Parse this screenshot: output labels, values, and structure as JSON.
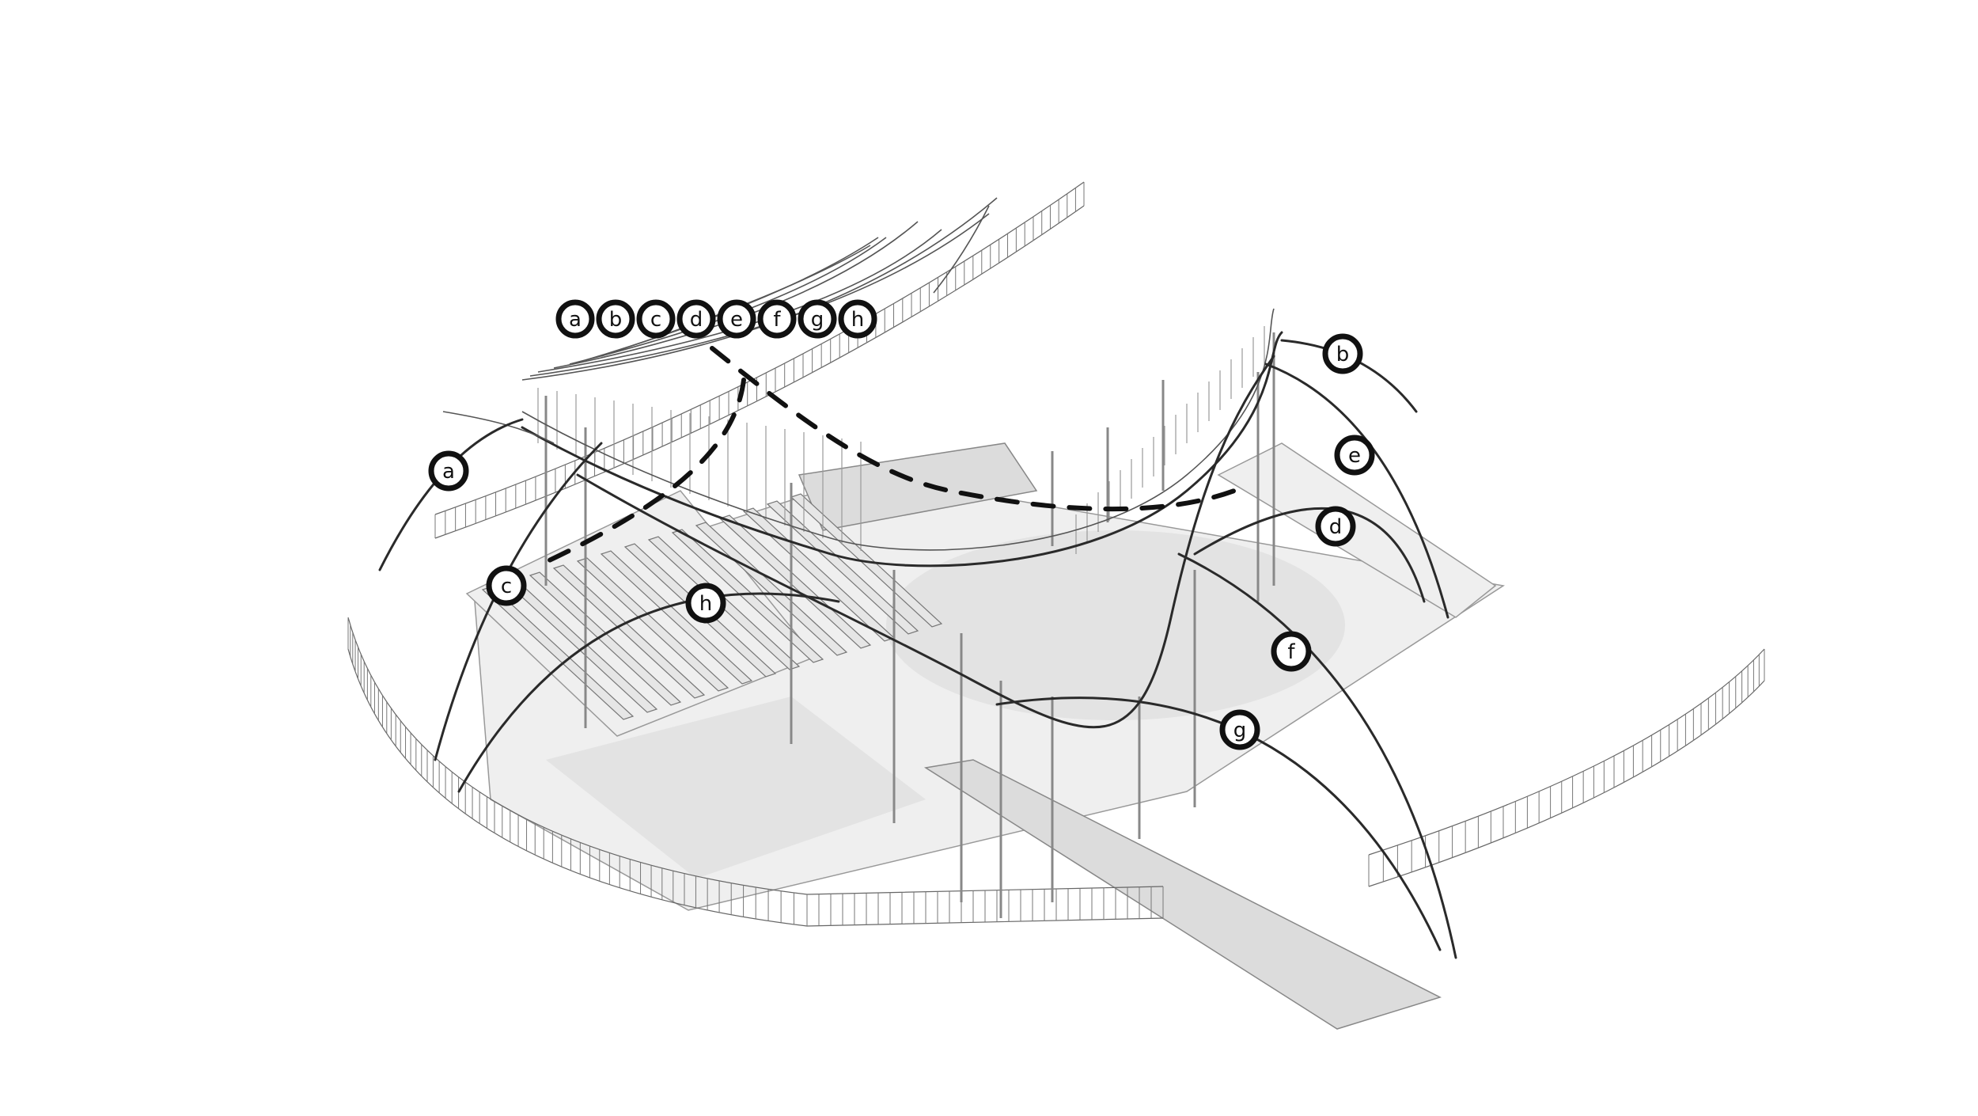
{
  "legend": {
    "items": [
      "a",
      "b",
      "c",
      "d",
      "e",
      "f",
      "g",
      "h"
    ]
  },
  "callouts": [
    {
      "id": "a",
      "label": "a"
    },
    {
      "id": "b",
      "label": "b"
    },
    {
      "id": "c",
      "label": "c"
    },
    {
      "id": "d",
      "label": "d"
    },
    {
      "id": "e",
      "label": "e"
    },
    {
      "id": "f",
      "label": "f"
    },
    {
      "id": "g",
      "label": "g"
    },
    {
      "id": "h",
      "label": "h"
    }
  ],
  "colors": {
    "line": "#111111",
    "structure": "#2a2a2a",
    "ground": "#efefef",
    "background": "#ffffff"
  }
}
